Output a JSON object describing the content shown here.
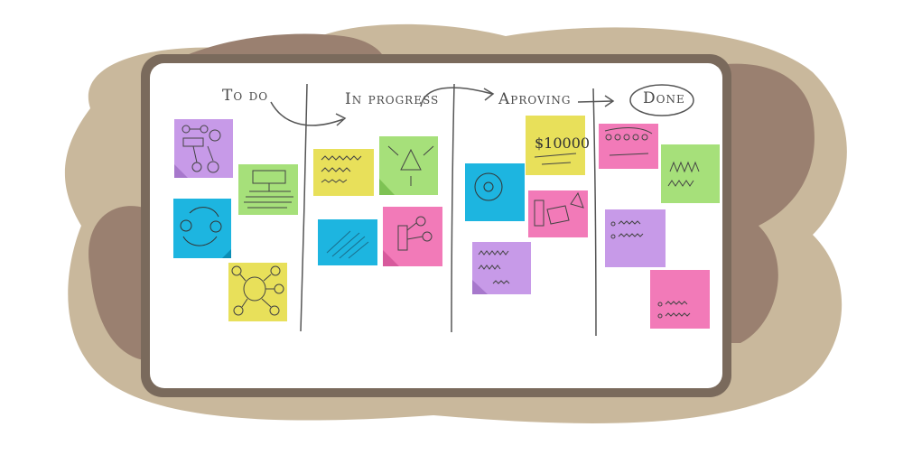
{
  "board": {
    "columns": [
      {
        "title": "To do"
      },
      {
        "title": "In progress"
      },
      {
        "title": "Aproving"
      },
      {
        "title": "Done"
      }
    ]
  },
  "notes": {
    "price_text": "$10000"
  },
  "colors": {
    "blob_light": "#c9b89c",
    "blob_dark": "#9a8070",
    "board_frame": "#7a6a5c",
    "board_surface": "#ffffff",
    "ink": "#4a4a4a",
    "note_purple": "#c79ae8",
    "note_green": "#a6e07a",
    "note_blue": "#1db5e0",
    "note_yellow": "#e8e05a",
    "note_pink": "#f27ab8"
  }
}
